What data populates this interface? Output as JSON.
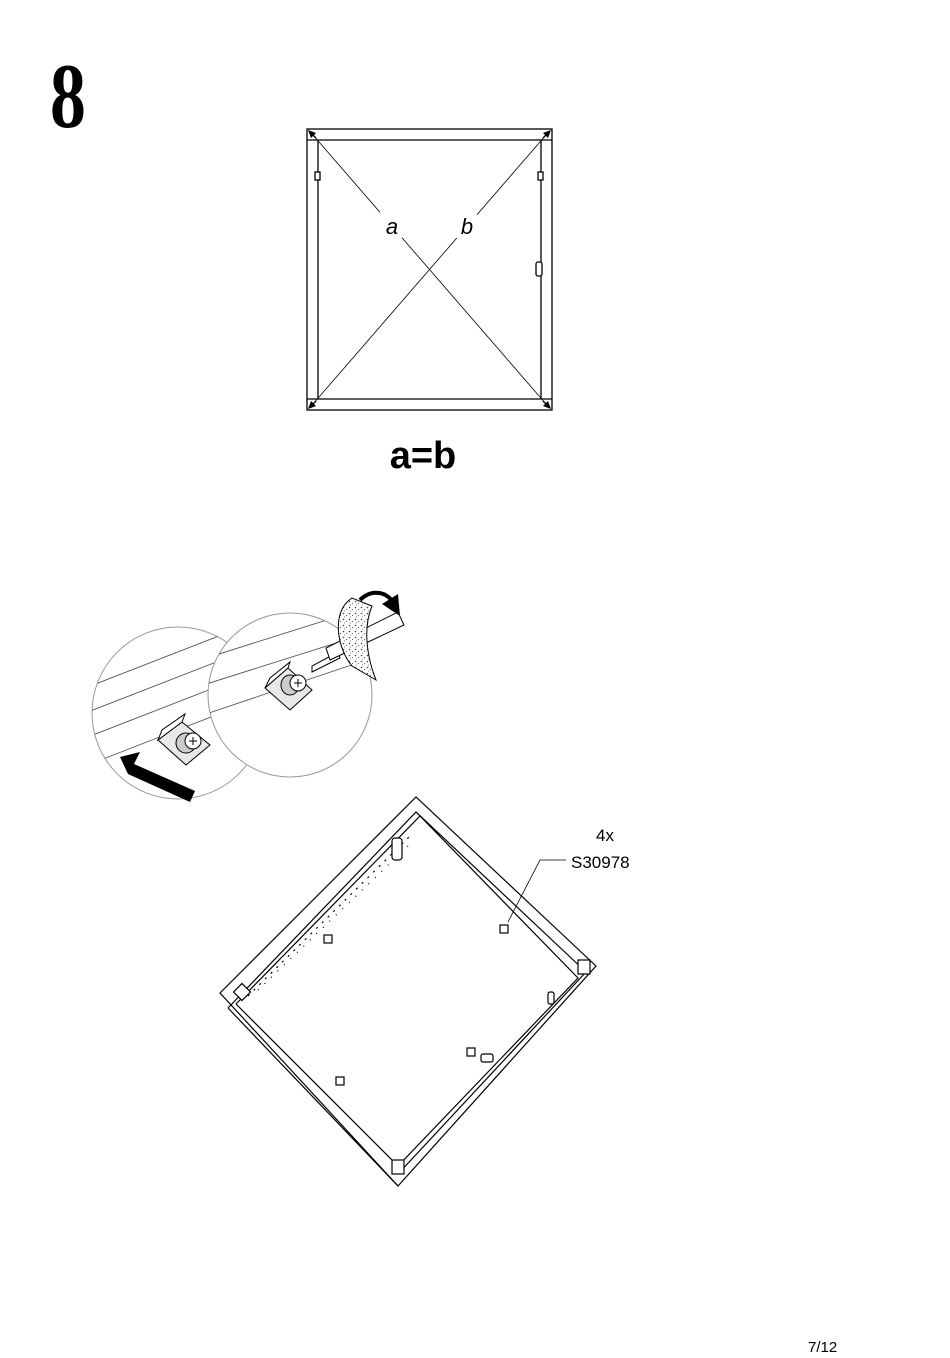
{
  "step": {
    "number": "8"
  },
  "square_check": {
    "diagonal_a_label": "a",
    "diagonal_b_label": "b",
    "equation": "a=b"
  },
  "hardware": {
    "quantity": "4x",
    "part_code": "S30978"
  },
  "footer": {
    "page_number": "7/12"
  }
}
